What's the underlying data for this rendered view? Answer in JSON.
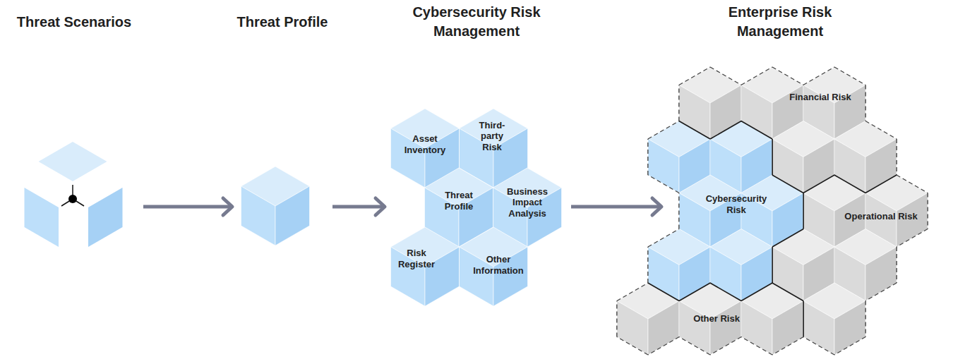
{
  "diagram": {
    "nodes": [
      {
        "text": [
          "Threat Scenarios"
        ]
      },
      {
        "text": [
          "Threat Profile"
        ]
      },
      {
        "text": [
          "Cybersecurity Risk Management"
        ]
      },
      {
        "text": [
          "Asset Inventory"
        ],
        "in": 2
      },
      {
        "text": [
          "Third-party Risk"
        ],
        "in": 2
      },
      {
        "text": [
          "Threat Profile"
        ],
        "in": 2
      },
      {
        "text": [
          "Business Impact Analysis"
        ],
        "in": 2
      },
      {
        "text": [
          "Risk Register"
        ],
        "in": 2
      },
      {
        "text": [
          "Other Information"
        ],
        "in": 2
      },
      {
        "text": [
          "Enterprise Risk Management"
        ]
      },
      {
        "text": [
          "Financial Risk"
        ],
        "in": 9
      },
      {
        "text": [
          "Cybersecurity Risk"
        ],
        "in": 9
      },
      {
        "text": [
          "Operational Risk"
        ],
        "in": 9
      },
      {
        "text": [
          "Other Risk"
        ],
        "in": 9
      }
    ],
    "edges": [
      {
        "from": 0,
        "to": 1,
        "arrow": "to"
      },
      {
        "from": 1,
        "to": 2,
        "arrow": "to"
      },
      {
        "from": 2,
        "to": 9,
        "arrow": "to"
      }
    ]
  }
}
